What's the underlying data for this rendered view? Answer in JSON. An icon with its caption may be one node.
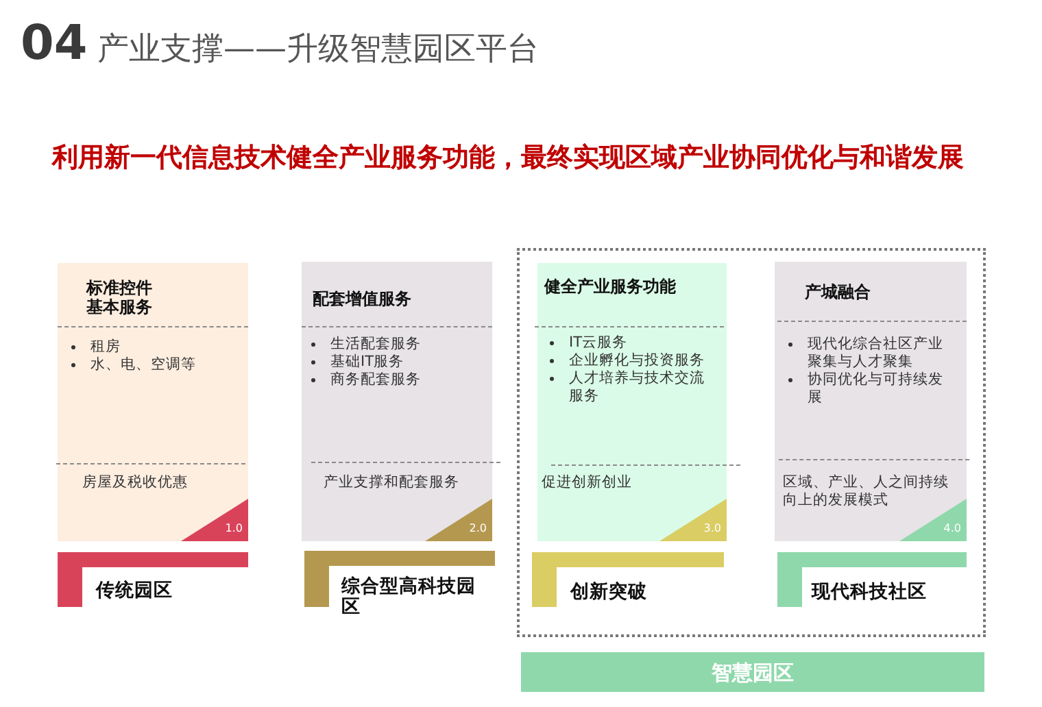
{
  "diagram": {
    "title": "**04** 产业支撑——升级智慧园区平台",
    "nodes": [
      {
        "text": [
          "标准控件基本服务",
          "租房",
          "水、电、空调等",
          "房屋及税收优惠"
        ]
      },
      {
        "text": [
          "1.0"
        ],
        "in": 0
      },
      {
        "text": [
          "传统园区"
        ]
      },
      {
        "text": [
          "配套增值服务",
          "生活配套服务",
          "基础IT服务",
          "商务配套服务",
          "产业支撑和配套服务"
        ]
      },
      {
        "text": [
          "2.0"
        ],
        "in": 3
      },
      {
        "text": [
          "综合型高科技园区"
        ]
      },
      {
        "text": [],
        "shape": "box"
      },
      {
        "text": [
          "健全产业服务功能",
          "IT云服务",
          "企业孵化与投资服务",
          "人才培养与技术交流服务",
          "促进创新创业"
        ],
        "in": 6
      },
      {
        "text": [
          "3.0"
        ],
        "in": 7
      },
      {
        "text": [
          "创新突破"
        ],
        "in": 6
      },
      {
        "text": [
          "产城融合",
          "现代化综合社区产业聚集与人才聚集",
          "协同优化与可持续发展",
          "区域、产业、人之间持续向上的发展模式"
        ],
        "in": 6
      },
      {
        "text": [
          "4.0"
        ],
        "in": 10
      },
      {
        "text": [
          "现代科技社区"
        ],
        "in": 6
      },
      {
        "text": [
          "智慧园区"
        ]
      }
    ],
    "labels": [
      "利用新一代信息技术健全产业服务功能，最终实现区域产业协同优化与和谐发展"
    ]
  }
}
